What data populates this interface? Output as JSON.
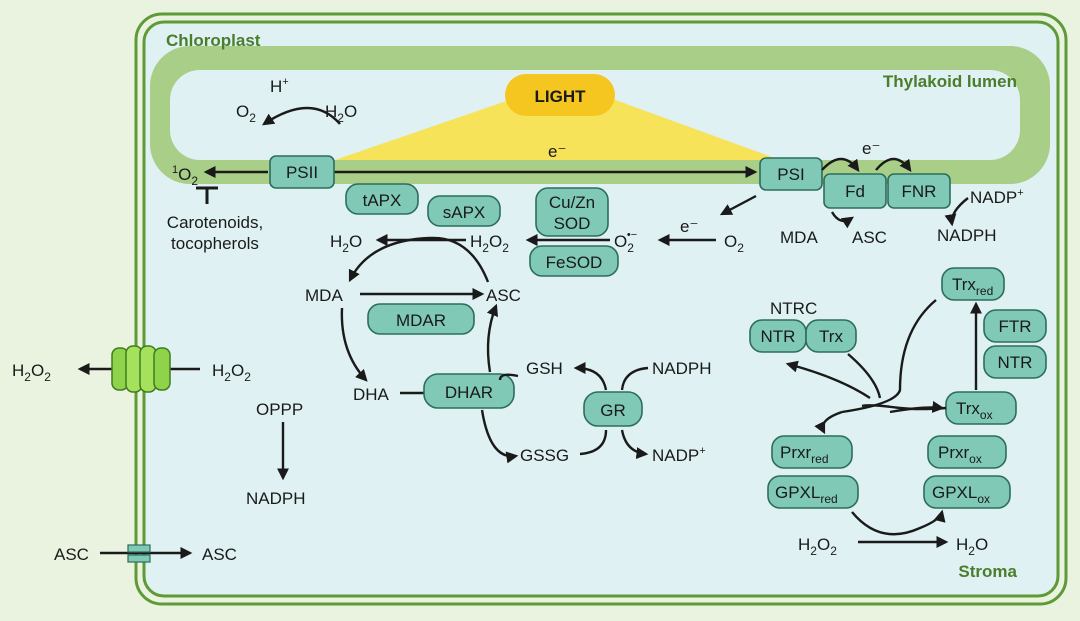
{
  "headers": {
    "chloroplast": "Chloroplast",
    "thylakoid": "Thylakoid lumen",
    "stroma": "Stroma",
    "light": "LIGHT"
  },
  "psii": {
    "label": "PSII",
    "h_plus": "H",
    "h_plus_sup": "+",
    "o2": "O",
    "o2_sub": "2",
    "h2o_left": "H",
    "h2o_sub": "2",
    "h2o_right": "O",
    "singlet_sup": "1",
    "singlet": "O",
    "singlet_sub": "2",
    "carotenoids": "Carotenoids,",
    "tocopherols": "tocopherols"
  },
  "electron": {
    "e_main": "e⁻",
    "e_fd": "e⁻",
    "e_o2": "e⁻"
  },
  "psi": {
    "label": "PSI",
    "fd": "Fd",
    "fnr": "FNR",
    "nadp": "NADP",
    "nadp_sup": "+",
    "nadph": "NADPH",
    "mda": "MDA",
    "asc": "ASC"
  },
  "ros": {
    "tapx": "tAPX",
    "sapx": "sAPX",
    "cuzn_line1": "Cu/Zn",
    "cuzn_line2": "SOD",
    "fesod": "FeSOD",
    "h2o2_left": "H",
    "h2o2_sub": "2",
    "h2o2_right": "O",
    "h2o2_sub2": "2",
    "h2o_left": "H",
    "h2o_sub": "2",
    "h2o_right": "O",
    "superoxide": "O",
    "superoxide_sub": "2",
    "superoxide_sup": "•−",
    "o2": "O",
    "o2_sub": "2"
  },
  "cycle": {
    "mda": "MDA",
    "asc": "ASC",
    "mdar": "MDAR",
    "dha": "DHA",
    "dhar": "DHAR",
    "gsh": "GSH",
    "gssg": "GSSG",
    "gr": "GR",
    "nadph": "NADPH",
    "nadp": "NADP",
    "nadp_sup": "+"
  },
  "left": {
    "h2o2_out": "H",
    "h2o2_out_sub": "2",
    "h2o2_out_right": "O",
    "h2o2_out_sub2": "2",
    "h2o2_in": "H",
    "h2o2_in_sub": "2",
    "h2o2_in_right": "O",
    "h2o2_in_sub2": "2",
    "oppp": "OPPP",
    "nadph": "NADPH",
    "asc_out": "ASC",
    "asc_in": "ASC"
  },
  "trx": {
    "ntrc": "NTRC",
    "ntr": "NTR",
    "trx": "Trx",
    "trx_red": "Trx",
    "trx_red_sub": "red",
    "ftr": "FTR",
    "ntr2": "NTR",
    "trx_ox": "Trx",
    "trx_ox_sub": "ox",
    "prxr_red": "Prxr",
    "prxr_red_sub": "red",
    "prxr_ox": "Prxr",
    "prxr_ox_sub": "ox",
    "gpxl_red": "GPXL",
    "gpxl_red_sub": "red",
    "gpxl_ox": "GPXL",
    "gpxl_ox_sub": "ox",
    "h2o2": "H",
    "h2o2_sub": "2",
    "h2o2_right": "O",
    "h2o2_sub2": "2",
    "h2o": "H",
    "h2o_sub": "2",
    "h2o_right": "O"
  }
}
